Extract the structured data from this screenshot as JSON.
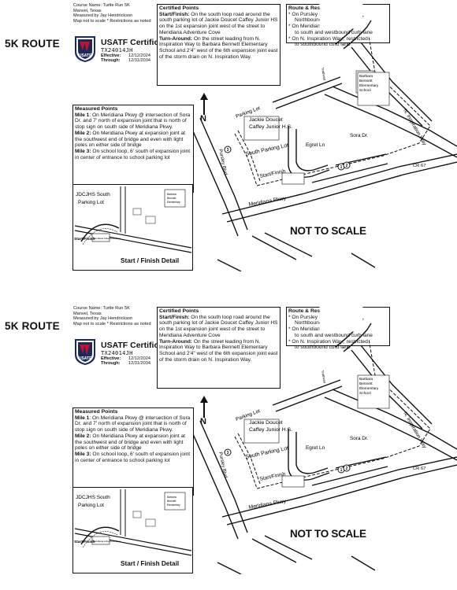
{
  "route_title": "5K ROUTE",
  "course_info": [
    "Course Name: Turtle Run 5K",
    "Manvel, Texas",
    "Measured by Jay Hendrickson",
    "Map not to scale * Restrictions as noted"
  ],
  "certificate": {
    "title": "USATF Certificate",
    "code": "TX24014JH",
    "effective_label": "Effective:",
    "effective_date": "12/12/2024",
    "through_label": "Through:",
    "through_date": "12/31/2034",
    "shield_text": "USATF"
  },
  "certified_points": {
    "heading": "Certified Points",
    "start_label": "Start/Finish:",
    "start_text": " On the south loop road around the south parking lot of Jackie Doucet Caffey Junior HS on the 1st expansion joint west of the street to Meridiana Adventure Cove",
    "turn_label": "Turn-Around:",
    "turn_text": " On the street leading from N. Inspiration Way to Barbara Bennett Elementary School and 2'4\" west of the 6th expansion joint east of the storm drain on N. Inspiration Way."
  },
  "restrictions": {
    "heading": "Route & Restrictions",
    "items": [
      {
        "main": "* On Pursley Blvd.; restricted to",
        "cont": "Northbound curb lane"
      },
      {
        "main": "* On Meridiana Pkwy.; restricted",
        "cont": "to south and westbound curb lane"
      },
      {
        "main": "* On N. Inspiration Way,; restricted",
        "cont": "to southbound curb lane"
      }
    ]
  },
  "measured_points": {
    "heading": "Measured Points",
    "mile1_label": "Mile 1",
    "mile1_text": ": On Meridiana Pkwy @ intersection of Sora Dr. and 7' north of expansion joint that is north of stop sign on south side of Meridiana Pkwy.",
    "mile2_label": "Mile 2:",
    "mile2_text": " On Meridiana Pkwy at expansion joint at the southwest end of bridge and even with light poles on either side of bridge",
    "mile3_label": "Mile 3:",
    "mile3_text": " On school loop, 6' south of expansion joint in center of entrance to school parking lot"
  },
  "detail": {
    "label": "Start / Finish Detail",
    "south_lot": "JDCJHS South",
    "parking_lot": "Parking Lot",
    "start_finish": "Start/Finish",
    "school": "Barbara Bennett Elementary School",
    "cove": "Meridiana Adventure Cove"
  },
  "map": {
    "north": "N",
    "parking_lot": "Parking Lot",
    "jdc_line1": "Jackie Doucet",
    "jdc_line2": "Caffey Junior H.S.",
    "south_parking": "South Parking Lot",
    "start_finish": "Start/Finish",
    "pursley": "Pursley Blvd",
    "meridiana": "Meridiana Pkwy",
    "inspiration": "N. Inspiration Way",
    "sora": "Sora Dr.",
    "egret": "Egret Ln",
    "cr67": "CR 67",
    "school1": "Barbara",
    "school2": "Bennett",
    "school3": "Elementary",
    "school4": "School",
    "trailhead": "Trailhead",
    "not_to_scale": "NOT TO SCALE"
  },
  "colors": {
    "ink": "#111111",
    "usatf_red": "#c8102e",
    "usatf_navy": "#1a2a5a"
  }
}
